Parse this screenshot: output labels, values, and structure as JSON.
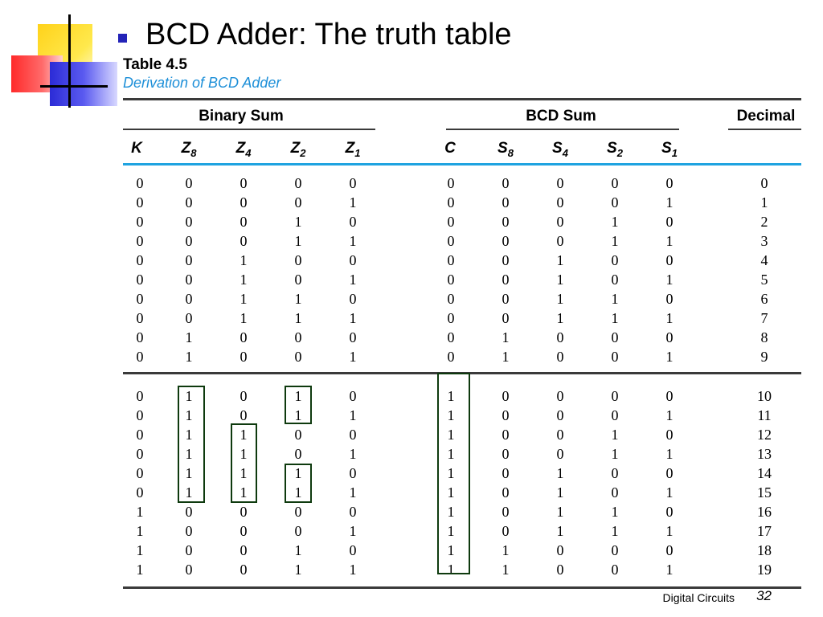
{
  "slide": {
    "title": "BCD Adder: The truth table",
    "footer": "Digital Circuits",
    "page_number": "32"
  },
  "table": {
    "label": "Table 4.5",
    "subtitle": "Derivation of BCD Adder",
    "group_headers": {
      "binary_sum": "Binary Sum",
      "bcd_sum": "BCD Sum",
      "decimal": "Decimal"
    },
    "columns": [
      {
        "key": "K",
        "base": "K",
        "sub": ""
      },
      {
        "key": "Z8",
        "base": "Z",
        "sub": "8"
      },
      {
        "key": "Z4",
        "base": "Z",
        "sub": "4"
      },
      {
        "key": "Z2",
        "base": "Z",
        "sub": "2"
      },
      {
        "key": "Z1",
        "base": "Z",
        "sub": "1"
      },
      {
        "key": "C",
        "base": "C",
        "sub": ""
      },
      {
        "key": "S8",
        "base": "S",
        "sub": "8"
      },
      {
        "key": "S4",
        "base": "S",
        "sub": "4"
      },
      {
        "key": "S2",
        "base": "S",
        "sub": "2"
      },
      {
        "key": "S1",
        "base": "S",
        "sub": "1"
      }
    ],
    "rows": [
      [
        "0",
        "0",
        "0",
        "0",
        "0",
        "0",
        "0",
        "0",
        "0",
        "0",
        "0"
      ],
      [
        "0",
        "0",
        "0",
        "0",
        "1",
        "0",
        "0",
        "0",
        "0",
        "1",
        "1"
      ],
      [
        "0",
        "0",
        "0",
        "1",
        "0",
        "0",
        "0",
        "0",
        "1",
        "0",
        "2"
      ],
      [
        "0",
        "0",
        "0",
        "1",
        "1",
        "0",
        "0",
        "0",
        "1",
        "1",
        "3"
      ],
      [
        "0",
        "0",
        "1",
        "0",
        "0",
        "0",
        "0",
        "1",
        "0",
        "0",
        "4"
      ],
      [
        "0",
        "0",
        "1",
        "0",
        "1",
        "0",
        "0",
        "1",
        "0",
        "1",
        "5"
      ],
      [
        "0",
        "0",
        "1",
        "1",
        "0",
        "0",
        "0",
        "1",
        "1",
        "0",
        "6"
      ],
      [
        "0",
        "0",
        "1",
        "1",
        "1",
        "0",
        "0",
        "1",
        "1",
        "1",
        "7"
      ],
      [
        "0",
        "1",
        "0",
        "0",
        "0",
        "0",
        "1",
        "0",
        "0",
        "0",
        "8"
      ],
      [
        "0",
        "1",
        "0",
        "0",
        "1",
        "0",
        "1",
        "0",
        "0",
        "1",
        "9"
      ],
      [
        "0",
        "1",
        "0",
        "1",
        "0",
        "1",
        "0",
        "0",
        "0",
        "0",
        "10"
      ],
      [
        "0",
        "1",
        "0",
        "1",
        "1",
        "1",
        "0",
        "0",
        "0",
        "1",
        "11"
      ],
      [
        "0",
        "1",
        "1",
        "0",
        "0",
        "1",
        "0",
        "0",
        "1",
        "0",
        "12"
      ],
      [
        "0",
        "1",
        "1",
        "0",
        "1",
        "1",
        "0",
        "0",
        "1",
        "1",
        "13"
      ],
      [
        "0",
        "1",
        "1",
        "1",
        "0",
        "1",
        "0",
        "1",
        "0",
        "0",
        "14"
      ],
      [
        "0",
        "1",
        "1",
        "1",
        "1",
        "1",
        "0",
        "1",
        "0",
        "1",
        "15"
      ],
      [
        "1",
        "0",
        "0",
        "0",
        "0",
        "1",
        "0",
        "1",
        "1",
        "0",
        "16"
      ],
      [
        "1",
        "0",
        "0",
        "0",
        "1",
        "1",
        "0",
        "1",
        "1",
        "1",
        "17"
      ],
      [
        "1",
        "0",
        "0",
        "1",
        "0",
        "1",
        "1",
        "0",
        "0",
        "0",
        "18"
      ],
      [
        "1",
        "0",
        "0",
        "1",
        "1",
        "1",
        "1",
        "0",
        "0",
        "1",
        "19"
      ]
    ],
    "highlights": [
      {
        "column": "Z8",
        "rows": "10-15"
      },
      {
        "column": "Z4",
        "rows": "12-15"
      },
      {
        "column": "Z2",
        "rows": "10-11"
      },
      {
        "column": "Z2",
        "rows": "14-15"
      },
      {
        "column": "C",
        "rows": "10-19"
      }
    ]
  }
}
